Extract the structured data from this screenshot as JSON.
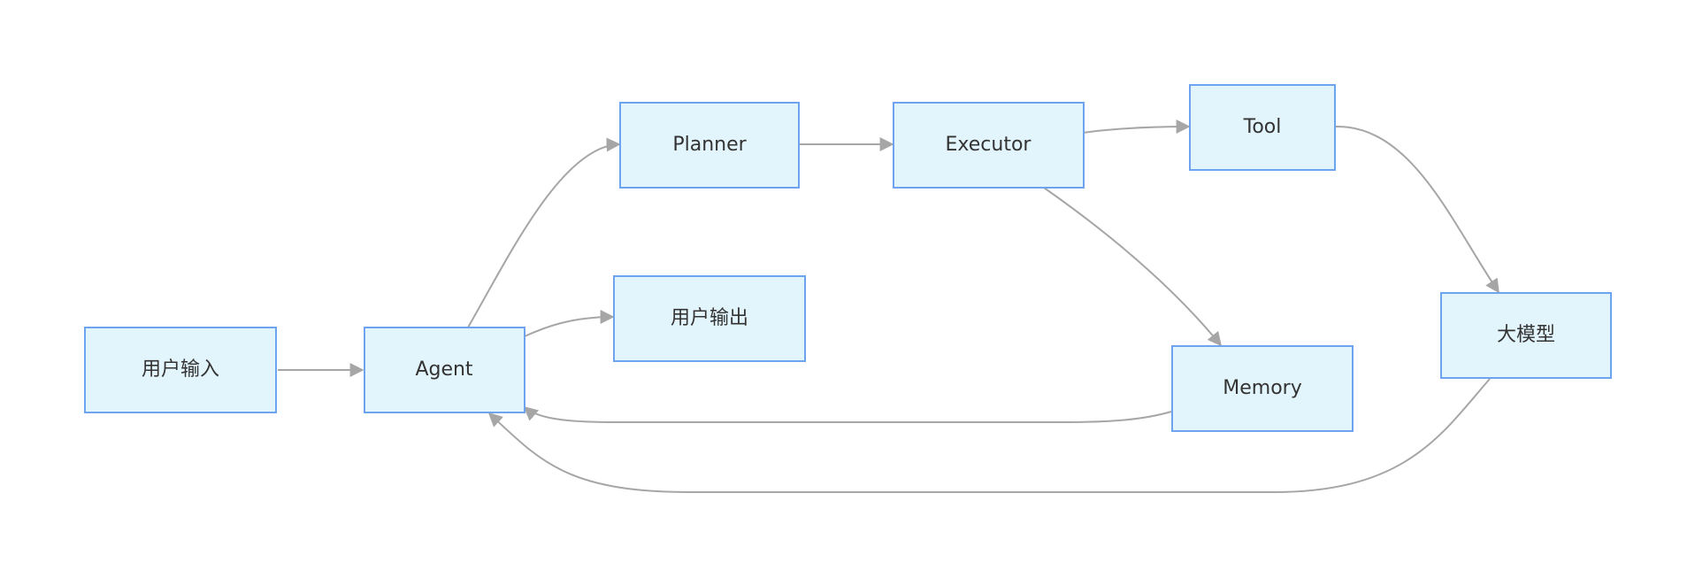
{
  "diagram": {
    "colors": {
      "node_fill": "#e3f5fc",
      "node_border": "#6da3ef",
      "edge": "#a6a6a6",
      "arrowhead": "#a6a6a6",
      "text": "#333333"
    },
    "nodes": {
      "user_input": "用户输入",
      "agent": "Agent",
      "planner": "Planner",
      "user_output": "用户输出",
      "executor": "Executor",
      "tool": "Tool",
      "memory": "Memory",
      "llm": "大模型"
    },
    "edges": [
      {
        "from": "user_input",
        "to": "agent"
      },
      {
        "from": "agent",
        "to": "planner"
      },
      {
        "from": "agent",
        "to": "user_output"
      },
      {
        "from": "planner",
        "to": "executor"
      },
      {
        "from": "executor",
        "to": "tool"
      },
      {
        "from": "executor",
        "to": "memory"
      },
      {
        "from": "tool",
        "to": "llm"
      },
      {
        "from": "memory",
        "to": "agent"
      },
      {
        "from": "llm",
        "to": "agent"
      }
    ]
  }
}
